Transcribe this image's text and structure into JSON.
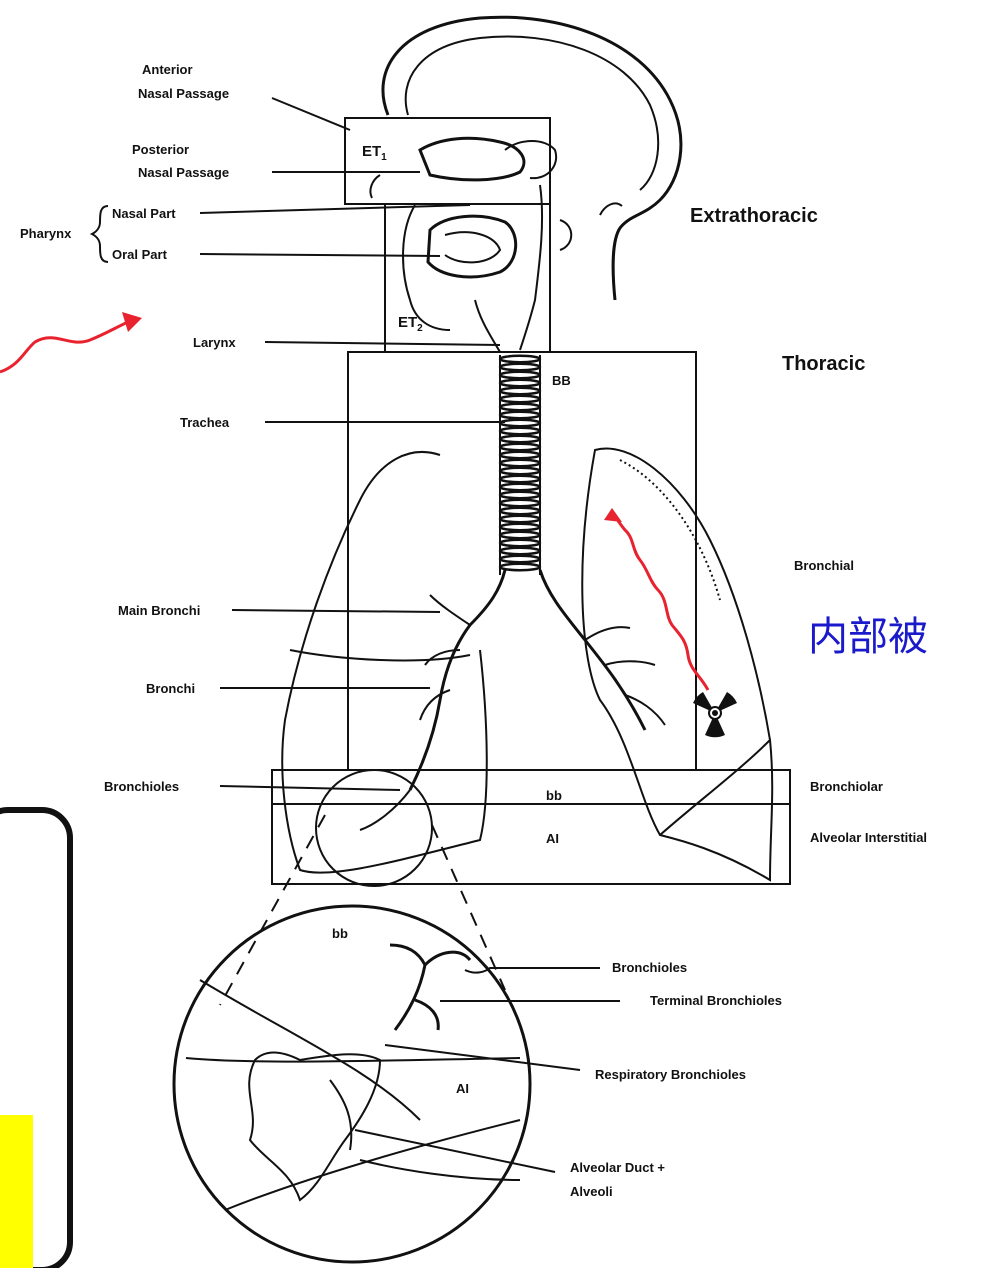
{
  "labels": {
    "anterior_nasal": [
      "Anterior",
      "Nasal Passage"
    ],
    "posterior_nasal": [
      "Posterior",
      "Nasal Passage"
    ],
    "pharynx": "Pharynx",
    "nasal_part": "Nasal Part",
    "oral_part": "Oral Part",
    "larynx": "Larynx",
    "trachea": "Trachea",
    "main_bronchi": "Main Bronchi",
    "bronchi": "Bronchi",
    "bronchioles": "Bronchioles",
    "extrathoracic": "Extrathoracic",
    "thoracic": "Thoracic",
    "bronchial": "Bronchial",
    "bronchiolar": "Bronchiolar",
    "alveolar_interstitial": "Alveolar Interstitial",
    "et1": "ET",
    "et1_sub": "1",
    "et2": "ET",
    "et2_sub": "2",
    "bb_upper": "BB",
    "bb_box": "bb",
    "ai_box": "AI",
    "inset_bb": "bb",
    "inset_ai": "AI",
    "inset_bronchioles": "Bronchioles",
    "inset_terminal": "Terminal Bronchioles",
    "inset_respiratory": "Respiratory Bronchioles",
    "inset_alveolar": [
      "Alveolar Duct +",
      "Alveoli"
    ]
  },
  "overlay_text": "内部被",
  "colors": {
    "red_arrow": "#e8222e",
    "blue_text": "#1a1acc",
    "yellow_box": "#ffff00",
    "ink": "#111111"
  },
  "icons": [
    "radiation-icon"
  ]
}
